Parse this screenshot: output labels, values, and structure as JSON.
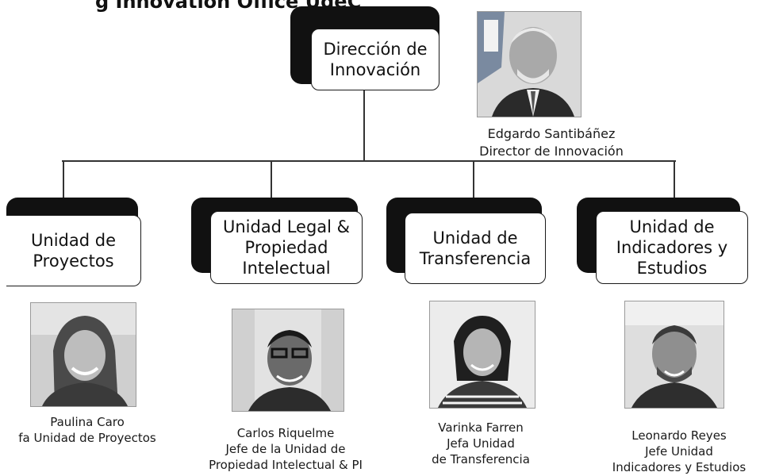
{
  "header": {
    "title": "g Innovation Office UdeC"
  },
  "root": {
    "label_lines": [
      "Dirección de",
      "Innovación"
    ]
  },
  "director": {
    "name": "Edgardo Santibáñez",
    "role": "Director de Innovación"
  },
  "units": [
    {
      "label_lines": [
        "Unidad de",
        "Proyectos"
      ],
      "person": {
        "caption_lines": [
          "Paulina Caro",
          "fa Unidad de Proyectos"
        ]
      }
    },
    {
      "label_lines": [
        "Unidad Legal &",
        "Propiedad",
        "Intelectual"
      ],
      "person": {
        "caption_lines": [
          "Carlos Riquelme",
          "Jefe de la Unidad de",
          "Propiedad Intelectual & PI"
        ]
      }
    },
    {
      "label_lines": [
        "Unidad de",
        "Transferencia"
      ],
      "person": {
        "caption_lines": [
          "Varinka Farren",
          "Jefa Unidad",
          "de Transferencia"
        ]
      }
    },
    {
      "label_lines": [
        "Unidad de",
        "Indicadores y",
        "Estudios"
      ],
      "person": {
        "caption_lines": [
          "Leonardo Reyes",
          "Jefe  Unidad",
          "Indicadores y Estudios"
        ]
      }
    }
  ],
  "colors": {
    "box_shadow": "#111111",
    "box_border": "#1a1a1a",
    "connector": "#333333"
  },
  "icons": {
    "director_photo": "portrait-photo",
    "unit_photos": "portrait-photo"
  }
}
